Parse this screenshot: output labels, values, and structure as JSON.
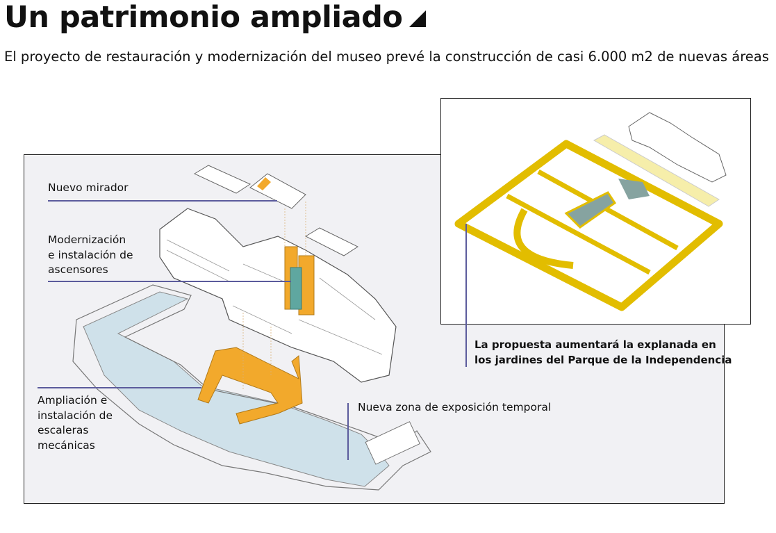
{
  "header": {
    "title": "Un patrimonio ampliado",
    "subtitle": "El proyecto de restauración y modernización del museo prevé la construcción de casi 6.000 m2 de nuevas áreas"
  },
  "labels": {
    "mirador": "Nuevo mirador",
    "ascensores": [
      "Modernización",
      "e instalación de",
      "ascensores"
    ],
    "escaleras": [
      "Ampliación e",
      "instalación de",
      "escaleras",
      "mecánicas"
    ],
    "exposicion": "Nueva zona de exposición temporal",
    "explanada": [
      "La propuesta aumentará la explanada en",
      "los jardines del Parque de la Independencia"
    ]
  },
  "colors": {
    "orange": "#f2a92c",
    "blue": "#cfe1ea",
    "yellow": "#e2bd00",
    "teal": "#86a3a0",
    "leader": "#5b5b9c"
  }
}
